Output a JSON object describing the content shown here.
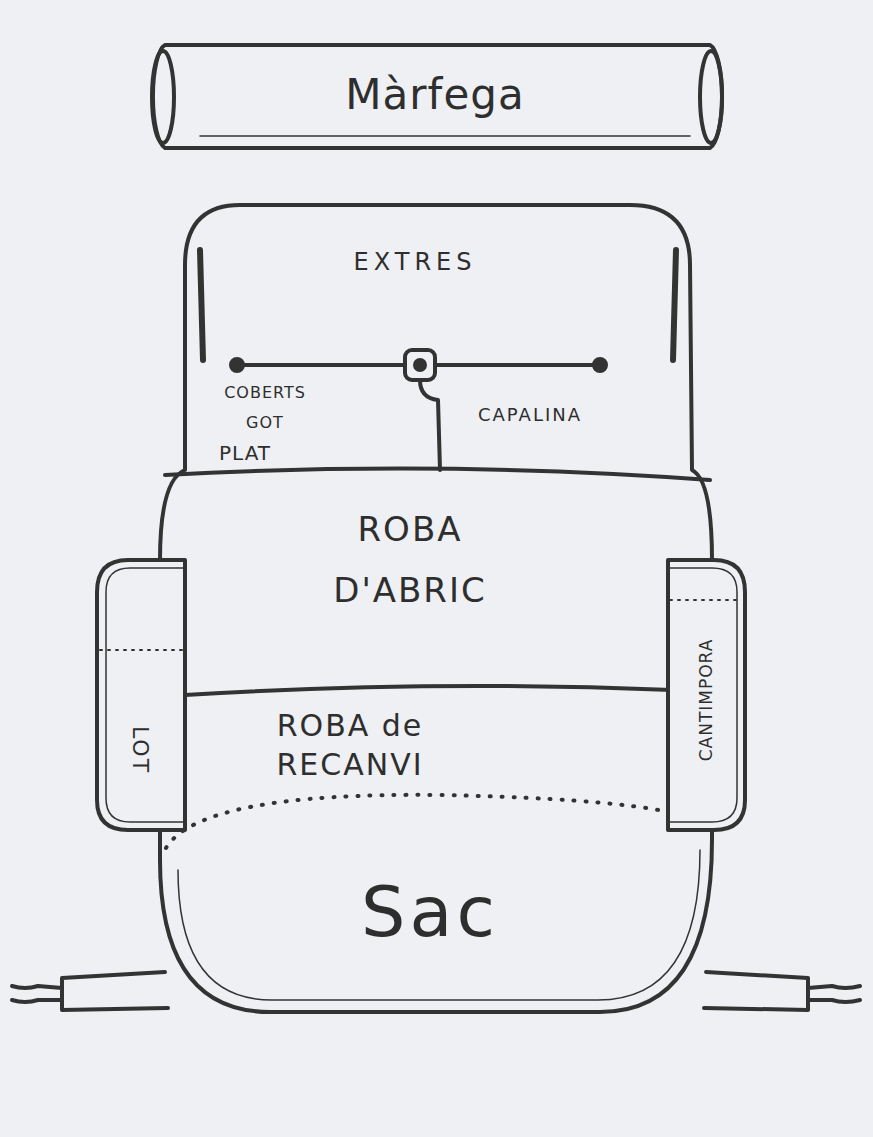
{
  "diagram": {
    "nodes": [
      {
        "text": [
          "Màrfega"
        ]
      },
      {
        "text": [
          "EXTRES",
          "COBERTS",
          "GOT",
          "PLAT",
          "CAPALINA"
        ]
      },
      {
        "text": [
          "ROBA D'ABRIC"
        ]
      },
      {
        "text": [
          "ROBA de RECANVI"
        ]
      },
      {
        "text": [
          "Sac"
        ]
      },
      {
        "text": [
          "LOT"
        ]
      },
      {
        "text": [
          "CANTIMPORA"
        ]
      }
    ]
  }
}
